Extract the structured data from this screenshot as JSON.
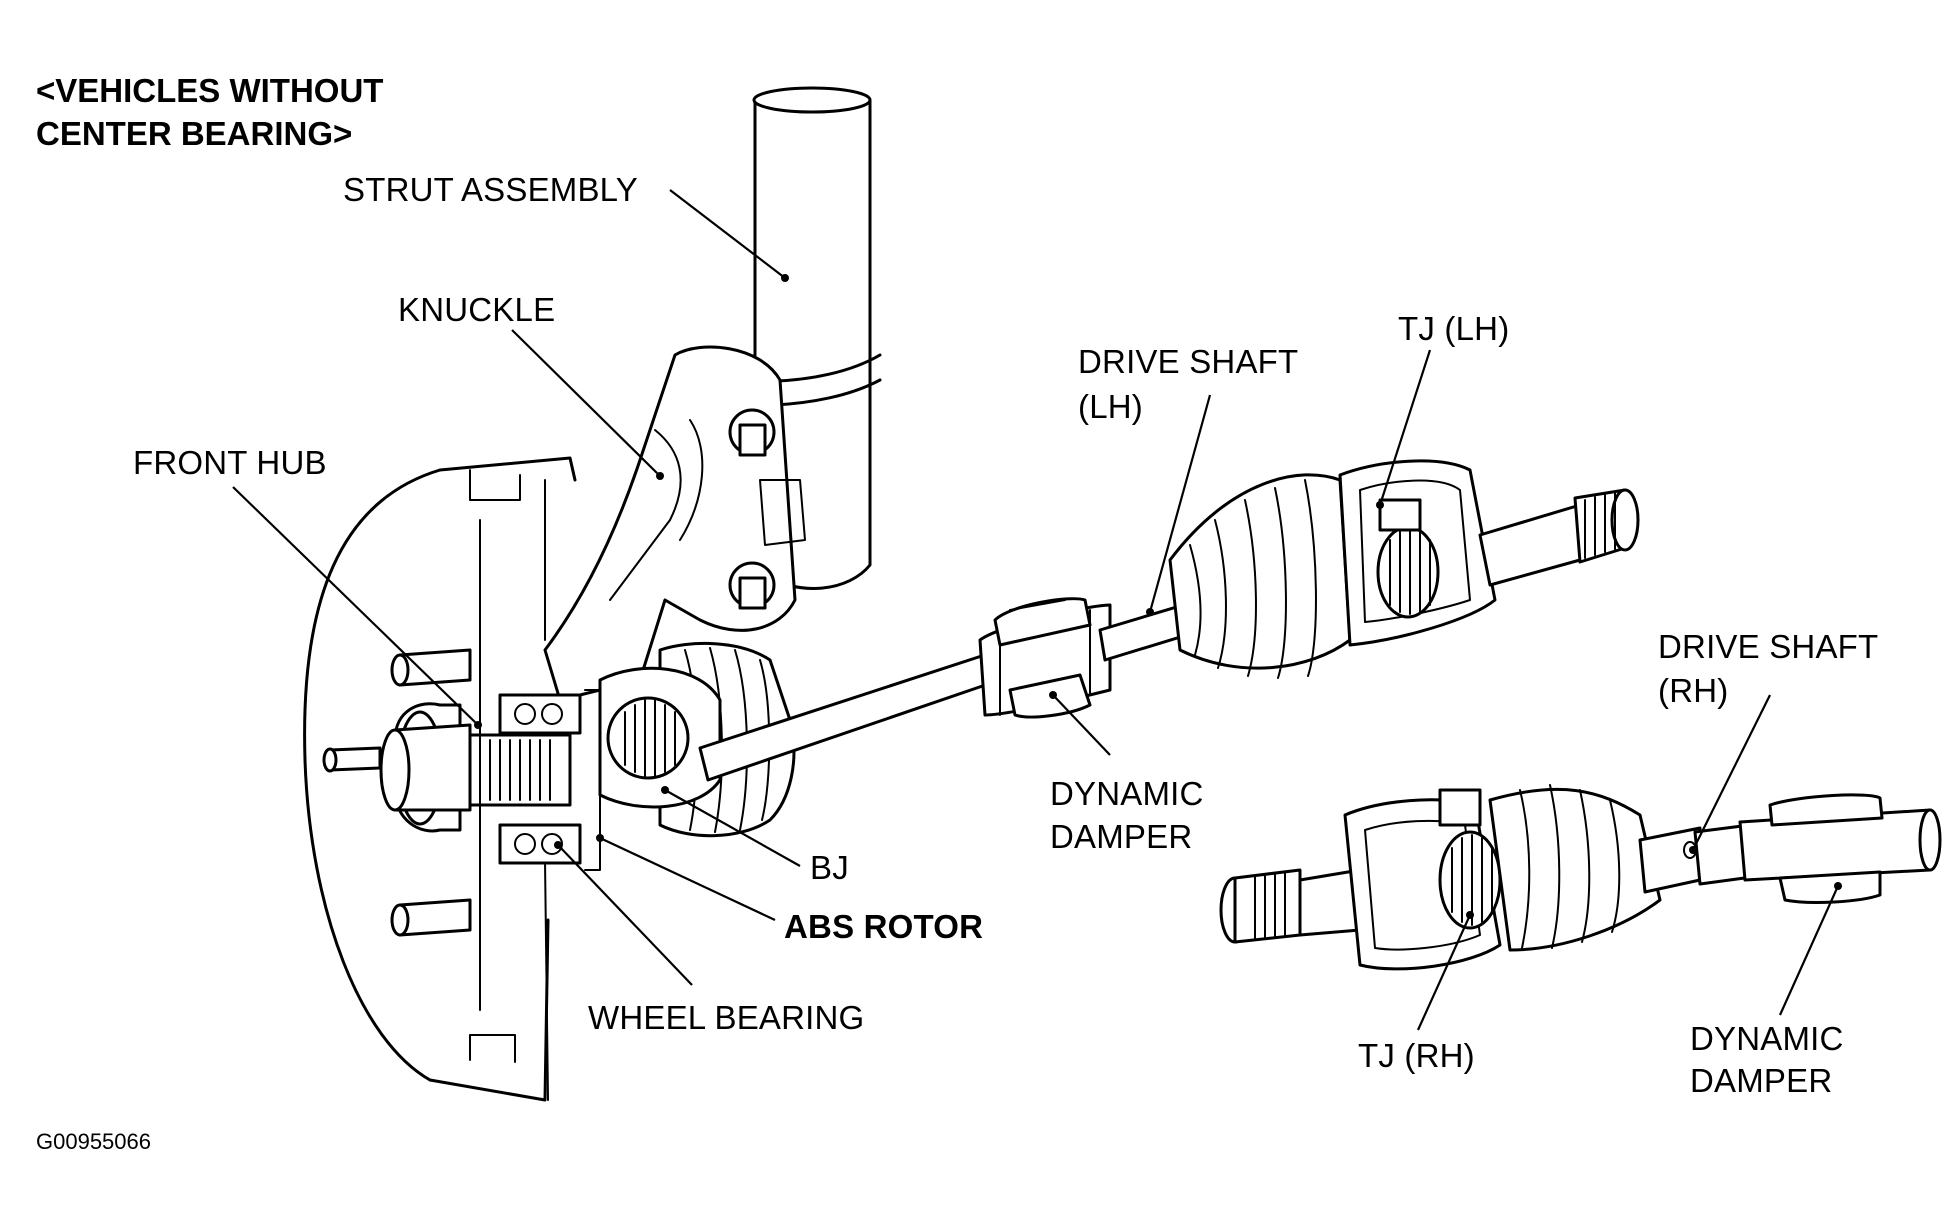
{
  "header": {
    "line1": "<VEHICLES WITHOUT",
    "line2": "CENTER BEARING>"
  },
  "labels": {
    "strut_assembly": "STRUT ASSEMBLY",
    "knuckle": "KNUCKLE",
    "front_hub": "FRONT HUB",
    "drive_shaft_lh_1": "DRIVE SHAFT",
    "drive_shaft_lh_2": "(LH)",
    "tj_lh": "TJ (LH)",
    "drive_shaft_rh_1": "DRIVE SHAFT",
    "drive_shaft_rh_2": "(RH)",
    "dynamic_damper_1_a": "DYNAMIC",
    "dynamic_damper_1_b": "DAMPER",
    "bj": "BJ",
    "abs_rotor": "ABS ROTOR",
    "wheel_bearing": "WHEEL BEARING",
    "tj_rh": "TJ (RH)",
    "dynamic_damper_2_a": "DYNAMIC",
    "dynamic_damper_2_b": "DAMPER"
  },
  "figure_code": "G00955066"
}
